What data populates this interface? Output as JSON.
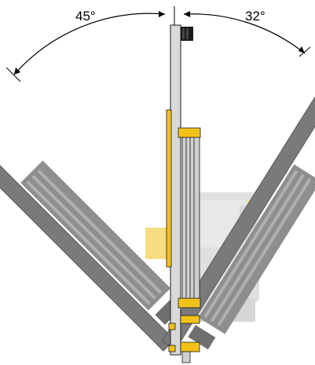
{
  "angles": {
    "left_label": "45°",
    "right_label": "32°",
    "left_deg": 45,
    "right_deg": 32
  },
  "colors": {
    "mast_dark": "#6f6f6f",
    "mast_mid": "#8c8c8c",
    "mast_light": "#a9a9a9",
    "machine_body": "#c7c7c7",
    "accent_yellow": "#f2c21b",
    "outline": "#1a1a1a",
    "front_mast_fill": "#d9d9d9"
  }
}
